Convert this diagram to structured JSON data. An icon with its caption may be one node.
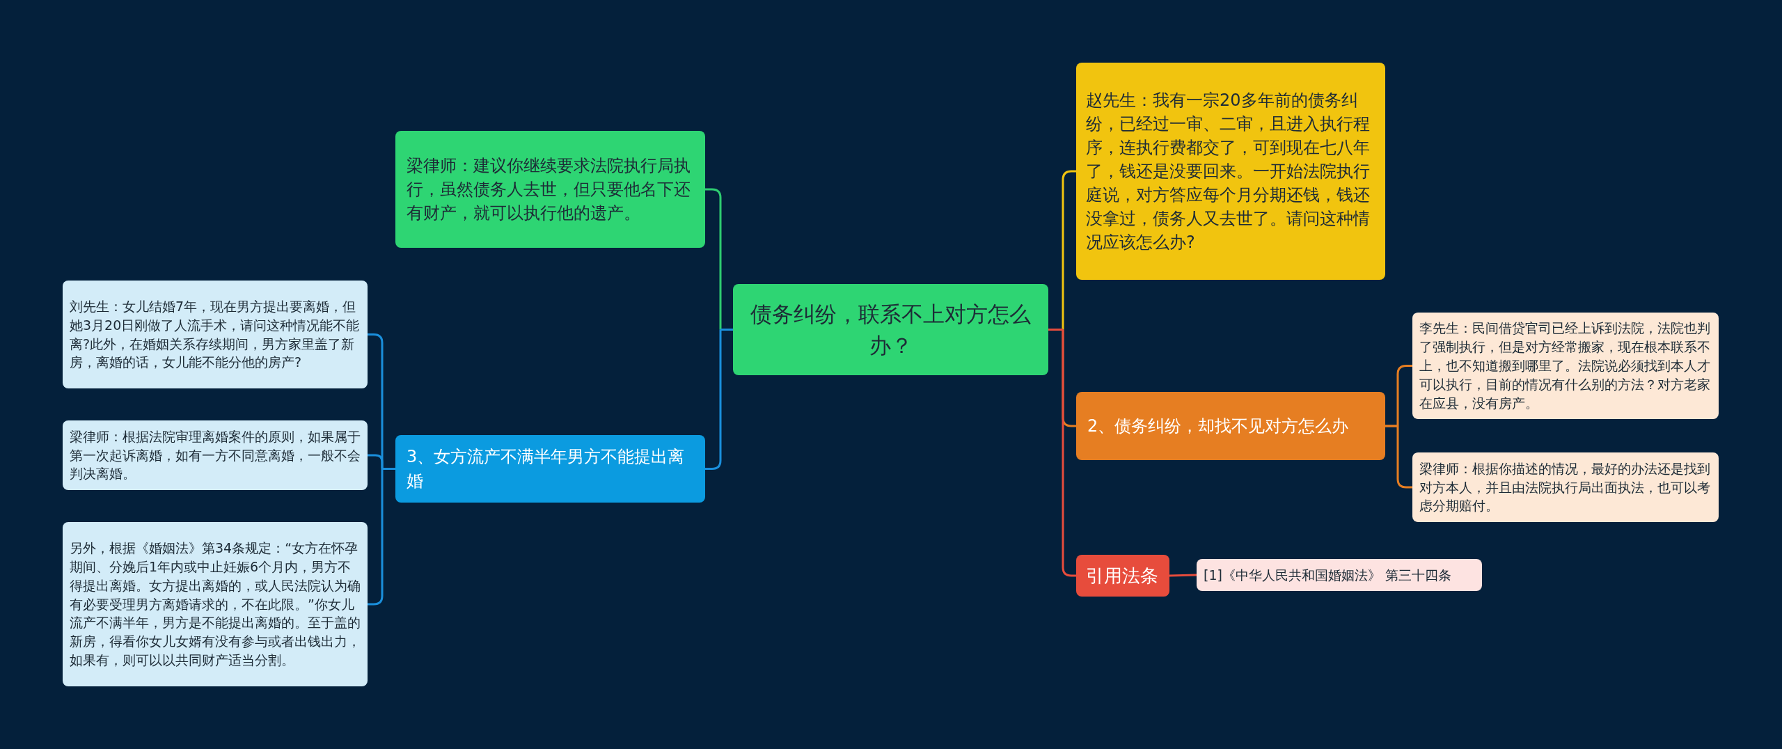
{
  "diagram": {
    "nodes": [
      {
        "text": [
          "债务纠纷，联系不上对方怎么办？"
        ]
      },
      {
        "text": [
          "梁律师：建议你继续要求法院执行局执行，虽然债务人去世，但只要他名下还有财产，就可以执行他的遗产。"
        ]
      },
      {
        "text": [
          "3、女方流产不满半年男方不能提出离婚"
        ]
      },
      {
        "text": [
          "刘先生：女儿结婚7年，现在男方提出要离婚，但她3月20日刚做了人流手术，请问这种情况能不能离?此外，在婚姻关系存续期间，男方家里盖了新房，离婚的话，女儿能不能分他的房产?"
        ]
      },
      {
        "text": [
          "梁律师：根据法院审理离婚案件的原则，如果属于第一次起诉离婚，如有一方不同意离婚，一般不会判决离婚。"
        ]
      },
      {
        "text": [
          "另外，根据《婚姻法》第34条规定：“女方在怀孕期间、分娩后1年内或中止妊娠6个月内，男方不得提出离婚。女方提出离婚的，或人民法院认为确有必要受理男方离婚请求的，不在此限。”你女儿流产不满半年，男方是不能提出离婚的。至于盖的新房，得看你女儿女婿有没有参与或者出钱出力，如果有，则可以以共同财产适当分割。"
        ]
      },
      {
        "text": [
          "赵先生：我有一宗20多年前的债务纠纷，已经过一审、二审，且进入执行程序，连执行费都交了，可到现在七八年了，钱还是没要回来。一开始法院执行庭说，对方答应每个月分期还钱，钱还没拿过，债务人又去世了。请问这种情况应该怎么办?"
        ]
      },
      {
        "text": [
          "2、债务纠纷，却找不见对方怎么办"
        ]
      },
      {
        "text": [
          "李先生：民间借贷官司已经上诉到法院，法院也判了强制执行，但是对方经常搬家，现在根本联系不上，也不知道搬到哪里了。法院说必须找到本人才可以执行，目前的情况有什么别的方法？对方老家在应县，没有房产。"
        ]
      },
      {
        "text": [
          "梁律师：根据你描述的情况，最好的办法还是找到对方本人，并且由法院执行局出面执法，也可以考虑分期赔付。"
        ]
      },
      {
        "text": [
          "引用法条"
        ]
      },
      {
        "text": [
          "[1]《中华人民共和国婚姻法》 第三十四条"
        ]
      }
    ],
    "edges": [
      {
        "from": 0,
        "to": 1,
        "arrow": "none",
        "color": "#2ecc71"
      },
      {
        "from": 0,
        "to": 2,
        "arrow": "none"
      },
      {
        "from": 2,
        "to": 3,
        "arrow": "none"
      },
      {
        "from": 2,
        "to": 4,
        "arrow": "none"
      },
      {
        "from": 2,
        "to": 5,
        "arrow": "none"
      },
      {
        "from": 0,
        "to": 6,
        "arrow": "none",
        "color": "#f1c40f"
      },
      {
        "from": 0,
        "to": 7,
        "arrow": "none",
        "color": "#e67e22"
      },
      {
        "from": 7,
        "to": 8,
        "arrow": "none",
        "color": "#e67e22"
      },
      {
        "from": 7,
        "to": 9,
        "arrow": "none",
        "color": "#e67e22"
      },
      {
        "from": 0,
        "to": 10,
        "arrow": "none",
        "color": "#e74c3c"
      },
      {
        "from": 10,
        "to": 11,
        "arrow": "none",
        "color": "#e74c3c"
      }
    ]
  }
}
